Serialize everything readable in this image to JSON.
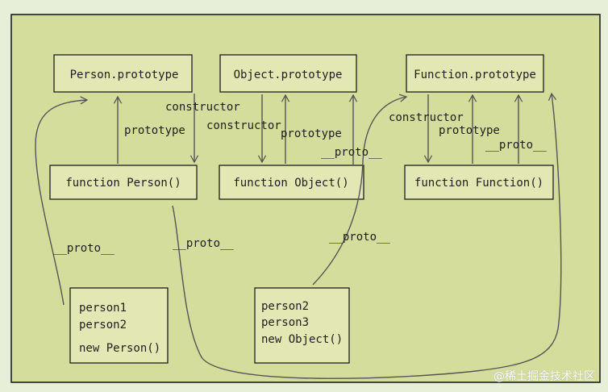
{
  "boxes": {
    "person_prototype": "Person.prototype",
    "object_prototype": "Object.prototype",
    "function_prototype": "Function.prototype",
    "function_person": "function Person()",
    "function_object": "function Object()",
    "function_function": "function Function()"
  },
  "instances_left": [
    "person1",
    "person2",
    "new Person()"
  ],
  "instances_middle": [
    "person2",
    "person3",
    "new Object()"
  ],
  "labels": {
    "constructor": "constructor",
    "prototype": "prototype",
    "proto": "__proto__"
  },
  "watermark": "@稀土掘金技术社区",
  "colors": {
    "page": "#e8efd8",
    "canvas": "#d5dd9c",
    "box_fill": "#e2e7b4",
    "stroke": "#1e1e1e",
    "arrow": "#555555"
  }
}
